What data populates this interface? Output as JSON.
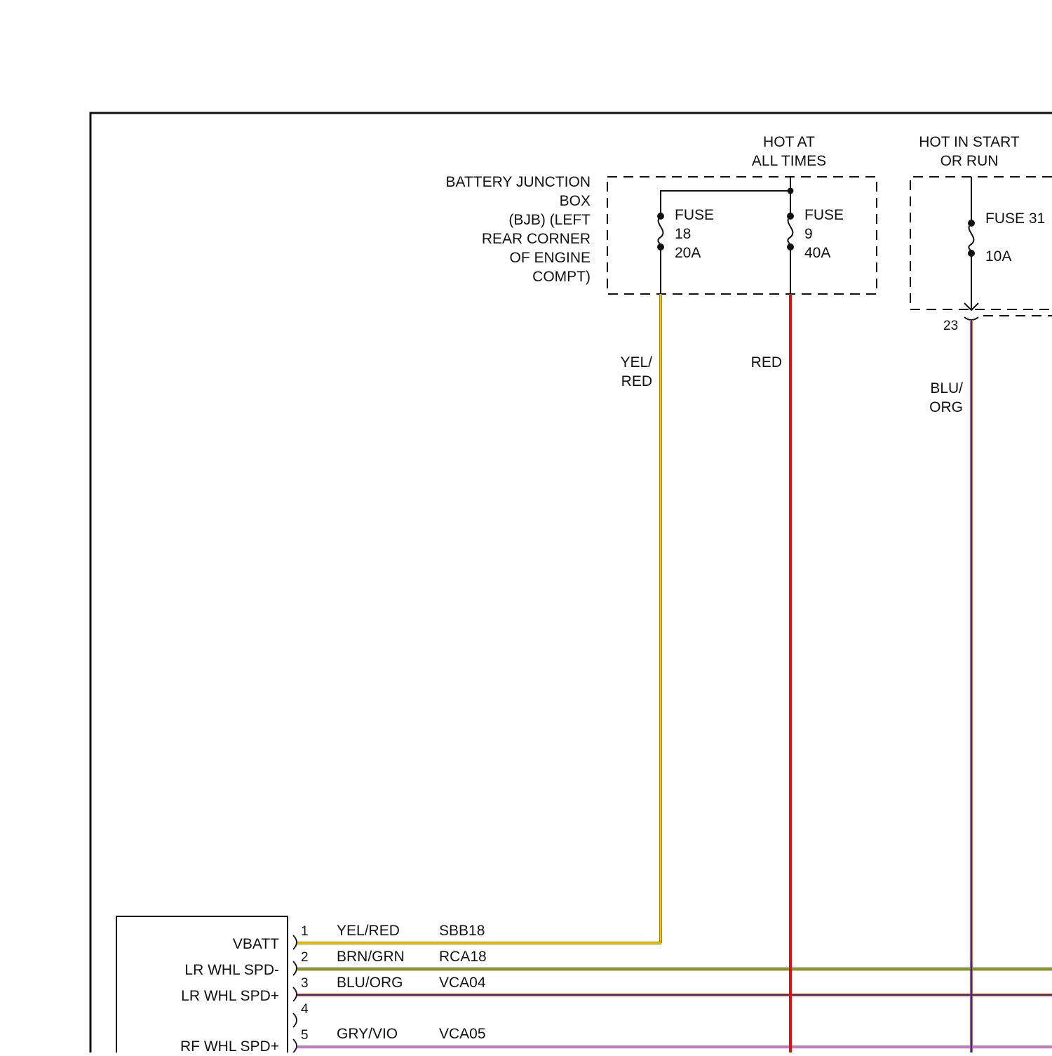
{
  "bjb": {
    "name_lines": [
      "BATTERY JUNCTION",
      "BOX",
      "(BJB) (LEFT",
      "REAR CORNER",
      "OF ENGINE",
      "COMPT)"
    ],
    "hot_label_lines": [
      "HOT AT",
      "ALL TIMES"
    ],
    "fuses": [
      {
        "label_lines": [
          "FUSE",
          "18",
          "20A"
        ]
      },
      {
        "label_lines": [
          "FUSE",
          "9",
          "40A"
        ]
      }
    ]
  },
  "start_run": {
    "hot_label_lines": [
      "HOT IN START",
      "OR RUN"
    ],
    "fuse_label": "FUSE 31",
    "fuse_rating": "10A",
    "connector_pin": "23"
  },
  "vertical_wires": [
    {
      "color_label_lines": [
        "YEL/",
        "RED"
      ],
      "color": "#f5c400"
    },
    {
      "color_label_lines": [
        "RED"
      ],
      "color": "#e01010"
    },
    {
      "color_label_lines": [
        "BLU/",
        "ORG"
      ],
      "color": "#3a2a9a"
    }
  ],
  "module": {
    "pins": [
      {
        "pin": "1",
        "signal": "VBATT",
        "wire_color": "YEL/RED",
        "circuit": "SBB18",
        "color": "#f5c400"
      },
      {
        "pin": "2",
        "signal": "LR WHL SPD-",
        "wire_color": "BRN/GRN",
        "circuit": "RCA18",
        "color": "#7aa820"
      },
      {
        "pin": "3",
        "signal": "LR WHL SPD+",
        "wire_color": "BLU/ORG",
        "circuit": "VCA04",
        "color": "#3a2a9a"
      },
      {
        "pin": "4",
        "signal": "",
        "wire_color": "",
        "circuit": "",
        "color": ""
      },
      {
        "pin": "5",
        "signal": "RF WHL SPD+",
        "wire_color": "GRY/VIO",
        "circuit": "VCA05",
        "color": "#d070d0"
      }
    ]
  }
}
